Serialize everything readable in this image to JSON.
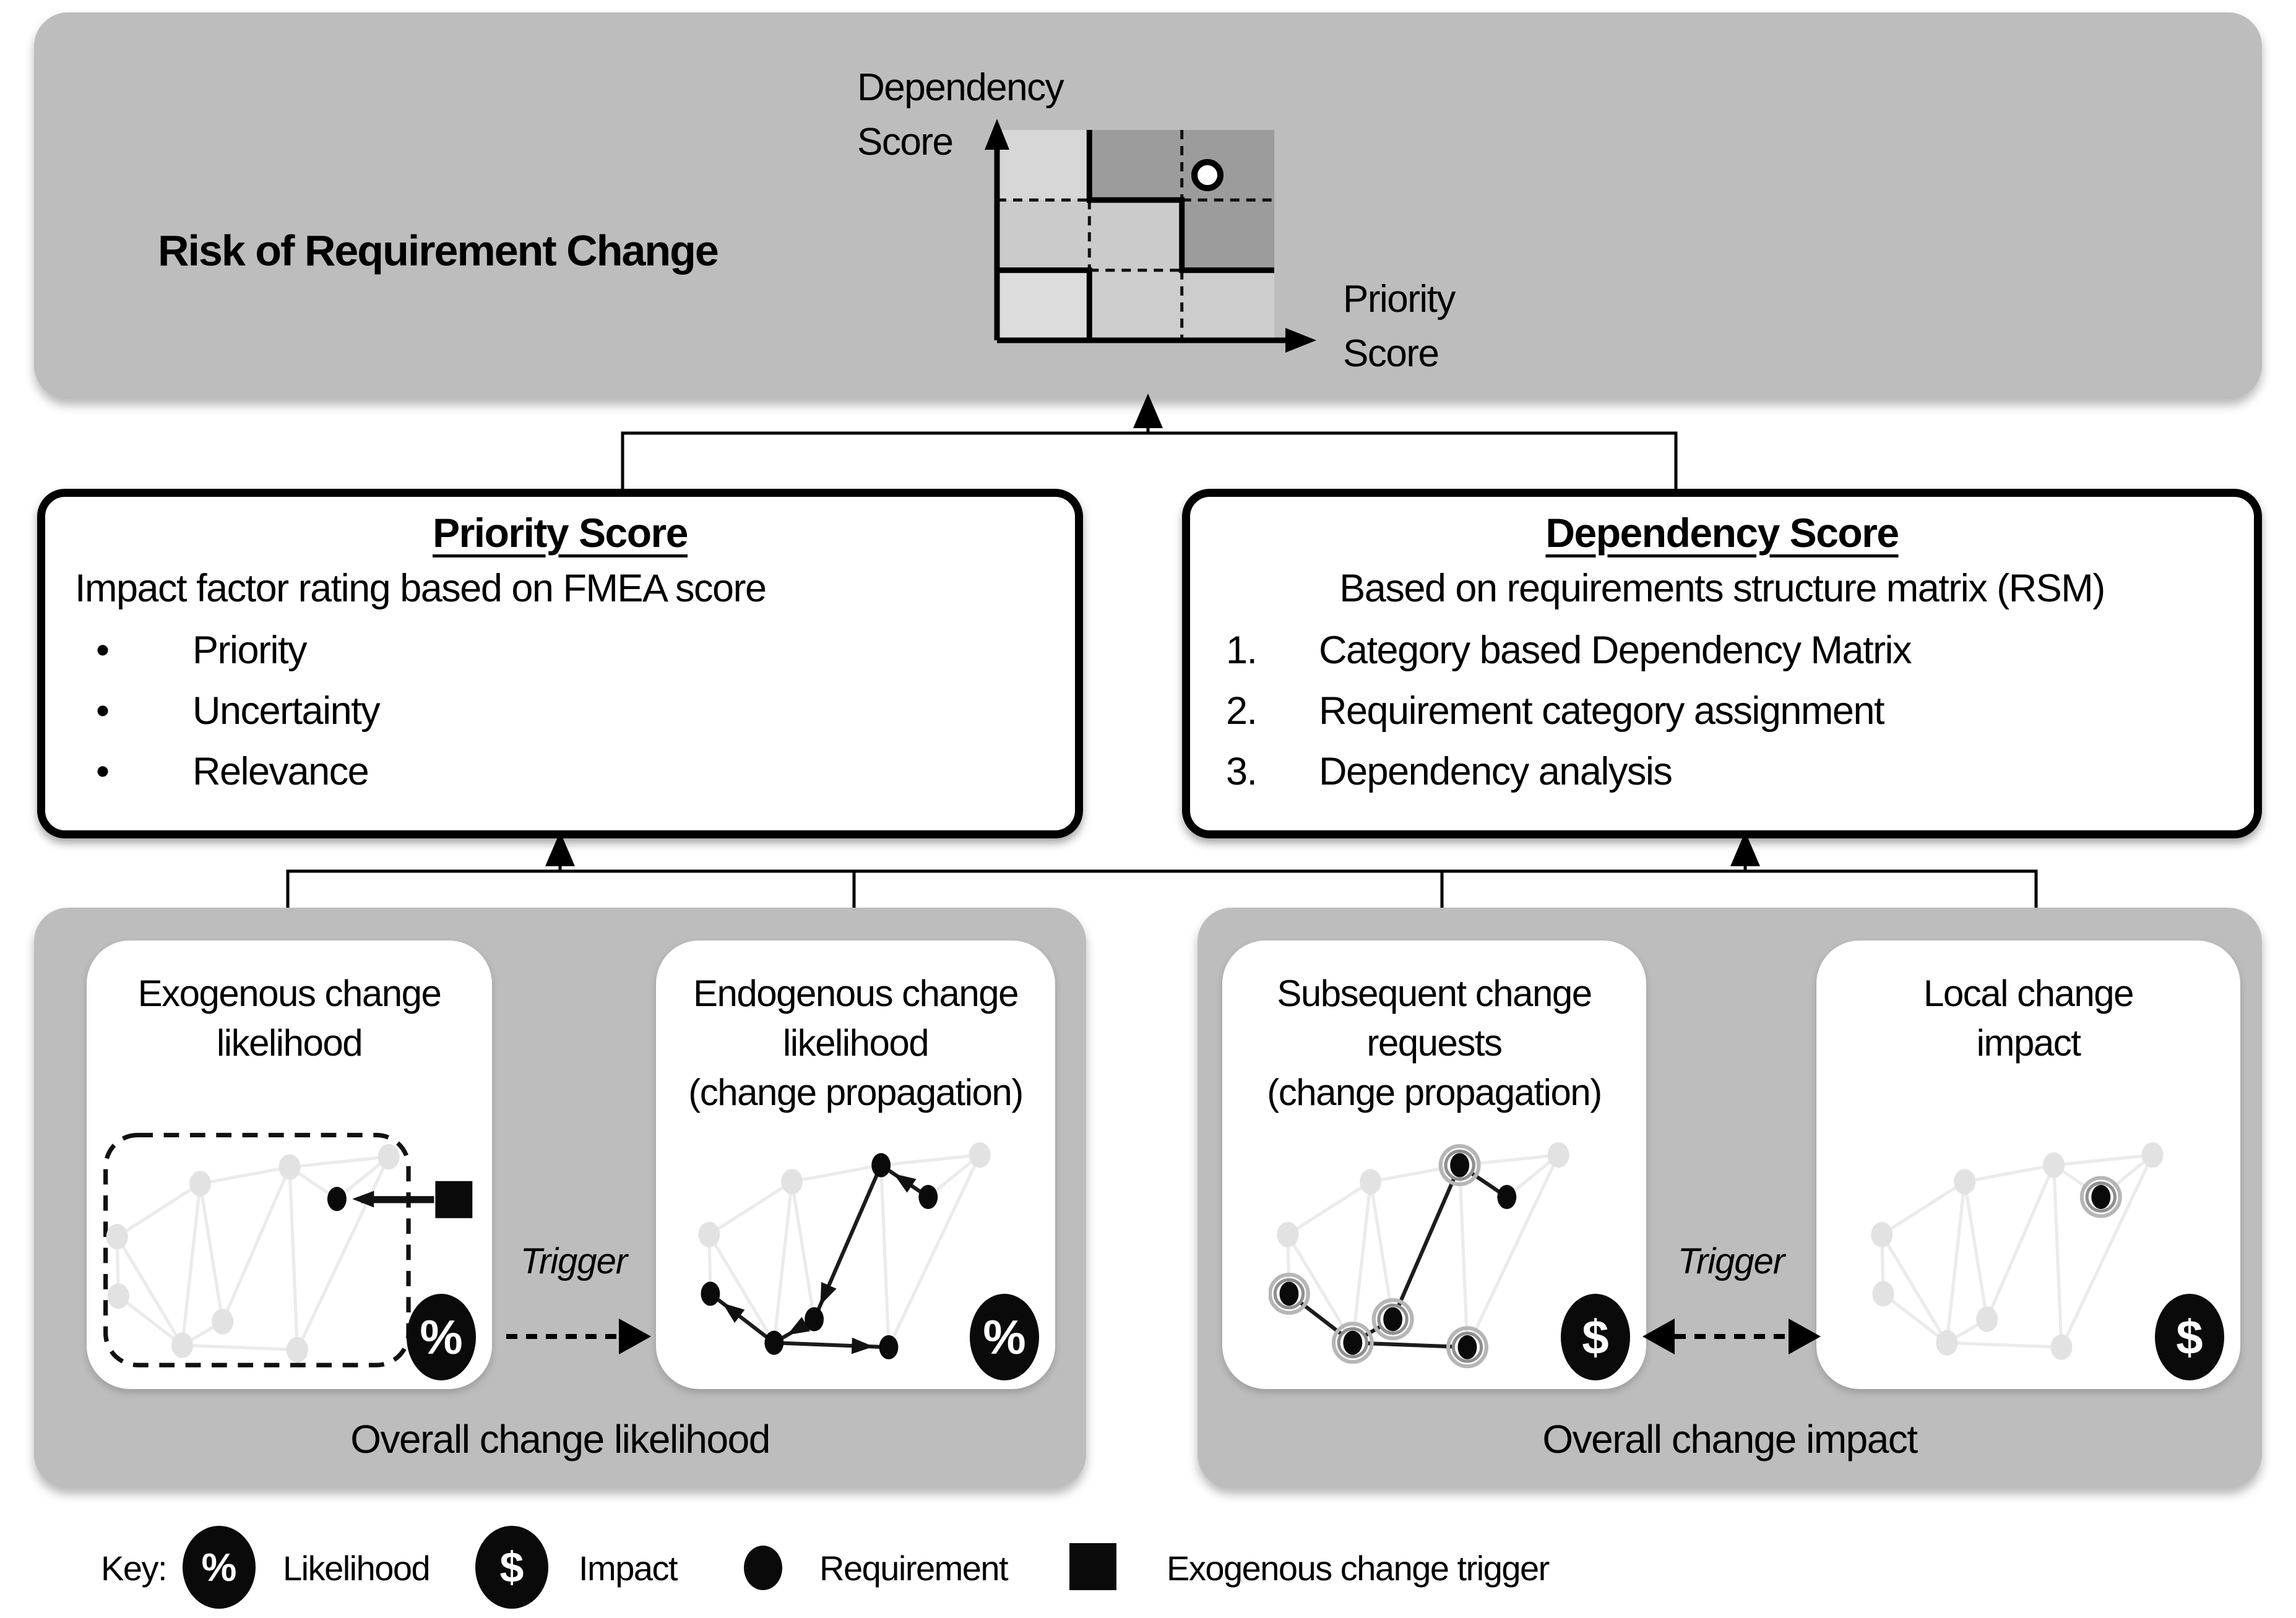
{
  "colors": {
    "panel_gray": "#bdbdbd",
    "matrix_dark": "#9c9c9c",
    "matrix_mid": "#cbcbcb",
    "matrix_light": "#d7d7d7",
    "matrix_lightest": "#dcdcdc",
    "network_gray": "#e2e2e2",
    "badge_black": "#0a0a0a"
  },
  "risk_box": {
    "title": "Risk of Requirement Change",
    "matrix": {
      "y_axis_label": "Dependency\nScore",
      "x_axis_label": "Priority\nScore",
      "cells": [
        "#d7d7d7",
        "#9c9c9c",
        "#9c9c9c",
        "#cbcbcb",
        "#cbcbcb",
        "#9c9c9c",
        "#dcdcdc",
        "#cdcdcd",
        "#cdcdcd"
      ],
      "marker": "white-dot-in-high-risk-cell"
    }
  },
  "priority_box": {
    "title": "Priority Score",
    "subtitle": "Impact factor rating based on FMEA score",
    "bullet_glyph": "•",
    "bullets": [
      "Priority",
      "Uncertainty",
      "Relevance"
    ]
  },
  "dependency_box": {
    "title": "Dependency Score",
    "subtitle": "Based on requirements structure matrix (RSM)",
    "numbers": [
      "1.",
      "2.",
      "3."
    ],
    "items": [
      "Category based Dependency Matrix",
      "Requirement category assignment",
      "Dependency analysis"
    ]
  },
  "likelihood_panel": {
    "caption": "Overall change likelihood",
    "trigger_label": "Trigger",
    "card_exogenous": {
      "title": "Exogenous change\nlikelihood",
      "badge": "%"
    },
    "card_endogenous": {
      "title": "Endogenous change\nlikelihood\n(change propagation)",
      "badge": "%"
    }
  },
  "impact_panel": {
    "caption": "Overall change impact",
    "trigger_label": "Trigger",
    "card_subsequent": {
      "title": "Subsequent change\nrequests\n(change propagation)",
      "badge": "$"
    },
    "card_local": {
      "title": "Local change\nimpact",
      "badge": "$"
    }
  },
  "key": {
    "label": "Key:",
    "items": [
      {
        "icon": "percent-badge-icon",
        "label": "Likelihood"
      },
      {
        "icon": "dollar-badge-icon",
        "label": "Impact"
      },
      {
        "icon": "requirement-dot-icon",
        "label": "Requirement"
      },
      {
        "icon": "exogenous-trigger-square-icon",
        "label": "Exogenous change trigger"
      }
    ],
    "percent_glyph": "%",
    "dollar_glyph": "$"
  }
}
